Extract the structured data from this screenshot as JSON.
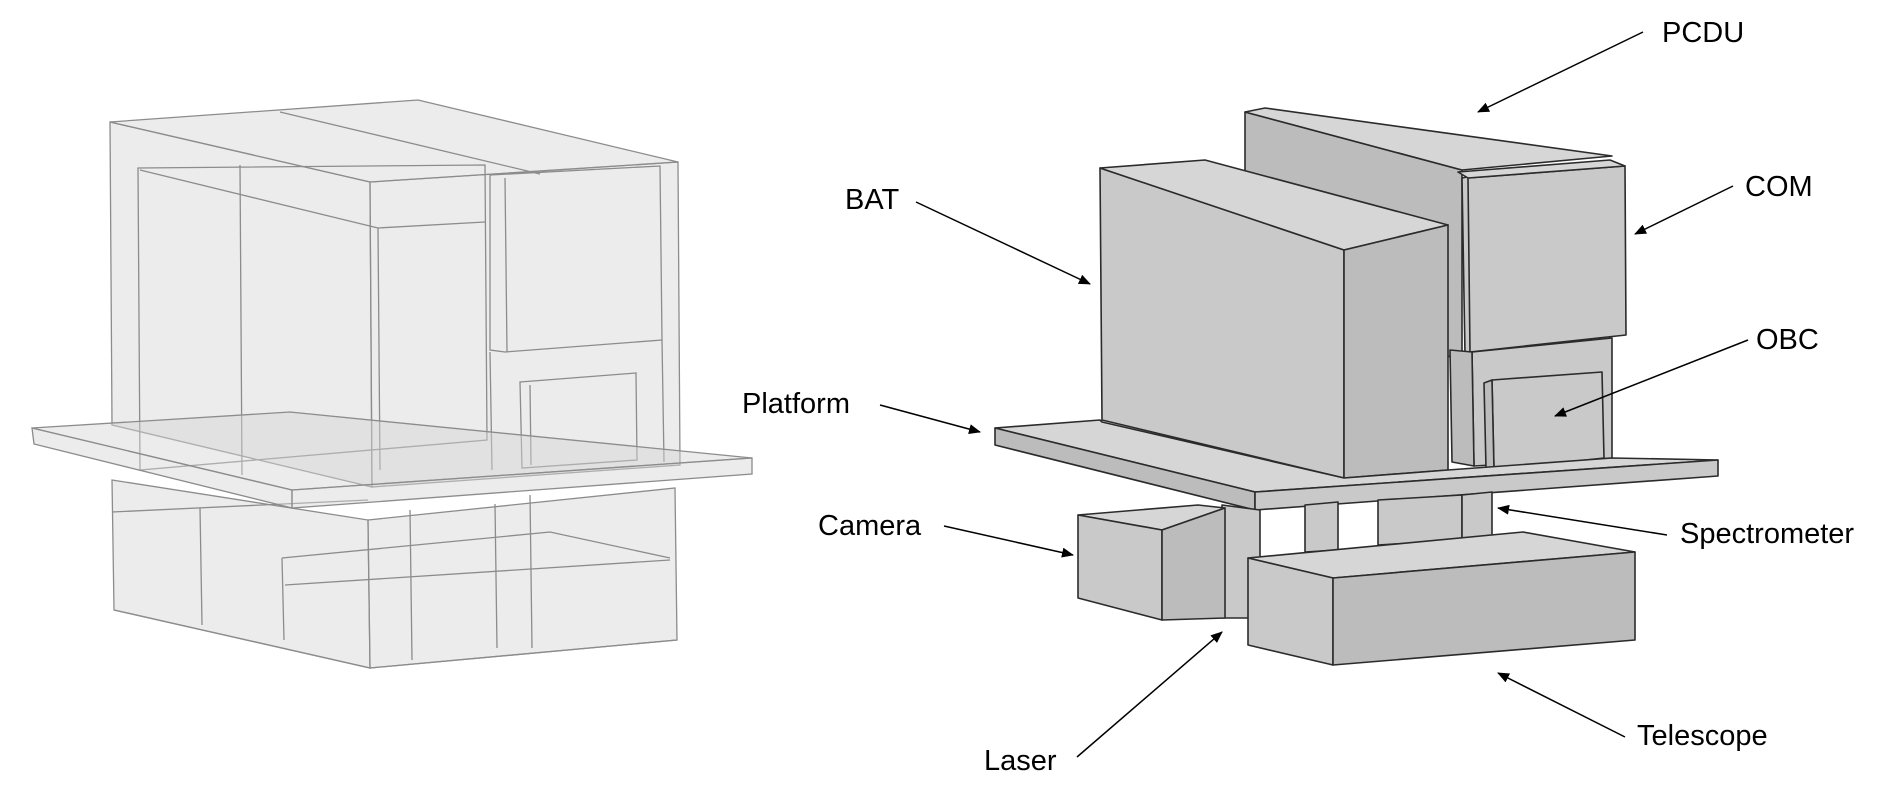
{
  "labels": {
    "pcdu": "PCDU",
    "bat": "BAT",
    "com": "COM",
    "obc": "OBC",
    "platform": "Platform",
    "camera": "Camera",
    "spectrometer": "Spectrometer",
    "laser": "Laser",
    "telescope": "Telescope"
  },
  "colors": {
    "solid_fill": "#c9c9c9",
    "outline": "#2b2b2b",
    "ghost_fill": "#d4d4d4",
    "ghost_line": "#8c8c8c"
  }
}
